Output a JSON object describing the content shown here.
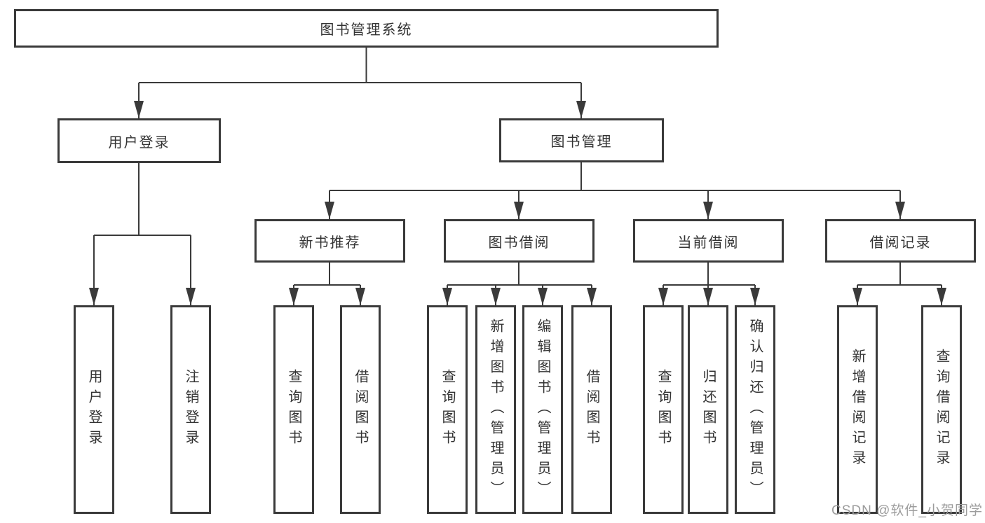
{
  "diagram": {
    "title": "图书管理系统",
    "colors": {
      "line": "#3a3a3a",
      "text": "#333333",
      "background": "#ffffff",
      "watermark": "#9c9c9c"
    },
    "watermark": "CSDN @软件_小贺同学",
    "root": {
      "label": "图书管理系统",
      "children": [
        {
          "label": "用户登录",
          "children": [
            {
              "label": "用户登录"
            },
            {
              "label": "注销登录"
            }
          ]
        },
        {
          "label": "图书管理",
          "children": [
            {
              "label": "新书推荐",
              "children": [
                {
                  "label": "查询图书"
                },
                {
                  "label": "借阅图书"
                }
              ]
            },
            {
              "label": "图书借阅",
              "children": [
                {
                  "label": "查询图书"
                },
                {
                  "label": "新增图书（管理员）"
                },
                {
                  "label": "编辑图书（管理员）"
                },
                {
                  "label": "借阅图书"
                }
              ]
            },
            {
              "label": "当前借阅",
              "children": [
                {
                  "label": "查询图书"
                },
                {
                  "label": "归还图书"
                },
                {
                  "label": "确认归还（管理员）"
                }
              ]
            },
            {
              "label": "借阅记录",
              "children": [
                {
                  "label": "新增借阅记录"
                },
                {
                  "label": "查询借阅记录"
                }
              ]
            }
          ]
        }
      ]
    }
  }
}
